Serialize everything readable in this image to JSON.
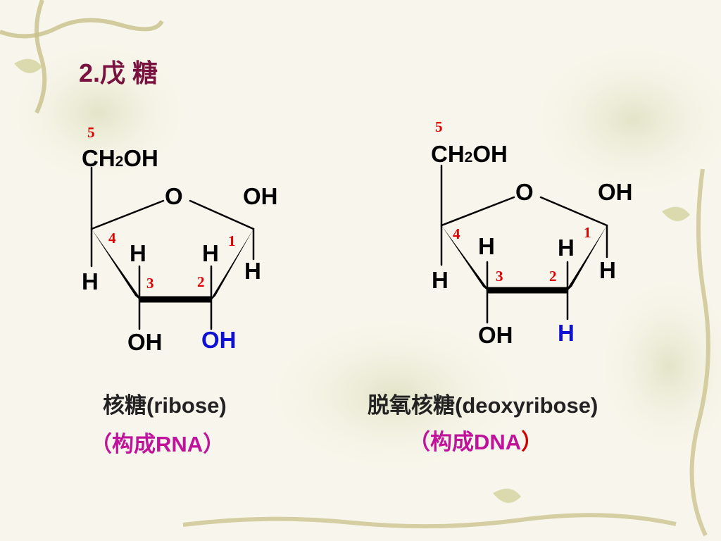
{
  "slide": {
    "title": "2.戊 糖"
  },
  "ribose": {
    "carbon_labels": {
      "c5": "5",
      "c4": "4",
      "c3": "3",
      "c2": "2",
      "c1": "1"
    },
    "ch2oh": {
      "ch": "CH",
      "sub": "2",
      "oh": "OH"
    },
    "ring_oxygen": "O",
    "c1_oh": "OH",
    "c4_h": "H",
    "c3_h": "H",
    "c2_h": "H",
    "c1_h": "H",
    "c3_oh": "OH",
    "c2_oh": "OH",
    "name": "核糖(ribose)",
    "note": "（构成RNA）"
  },
  "deoxyribose": {
    "carbon_labels": {
      "c5": "5",
      "c4": "4",
      "c3": "3",
      "c2": "2",
      "c1": "1"
    },
    "ch2oh": {
      "ch": "CH",
      "sub": "2",
      "oh": "OH"
    },
    "ring_oxygen": "O",
    "c1_oh": "OH",
    "c4_h": "H",
    "c3_h": "H",
    "c2_h_top": "H",
    "c1_h": "H",
    "c3_oh": "OH",
    "c2_h_bottom": "H",
    "name": "脱氧核糖(deoxyribose)",
    "note_main": "（构成DNA",
    "note_end": "）"
  },
  "colors": {
    "title": "#7a1240",
    "carbon_numbers": "#e00000",
    "highlight_c2": "#1010d0",
    "notes": "#c0129a",
    "background": "#f8f6ec"
  }
}
